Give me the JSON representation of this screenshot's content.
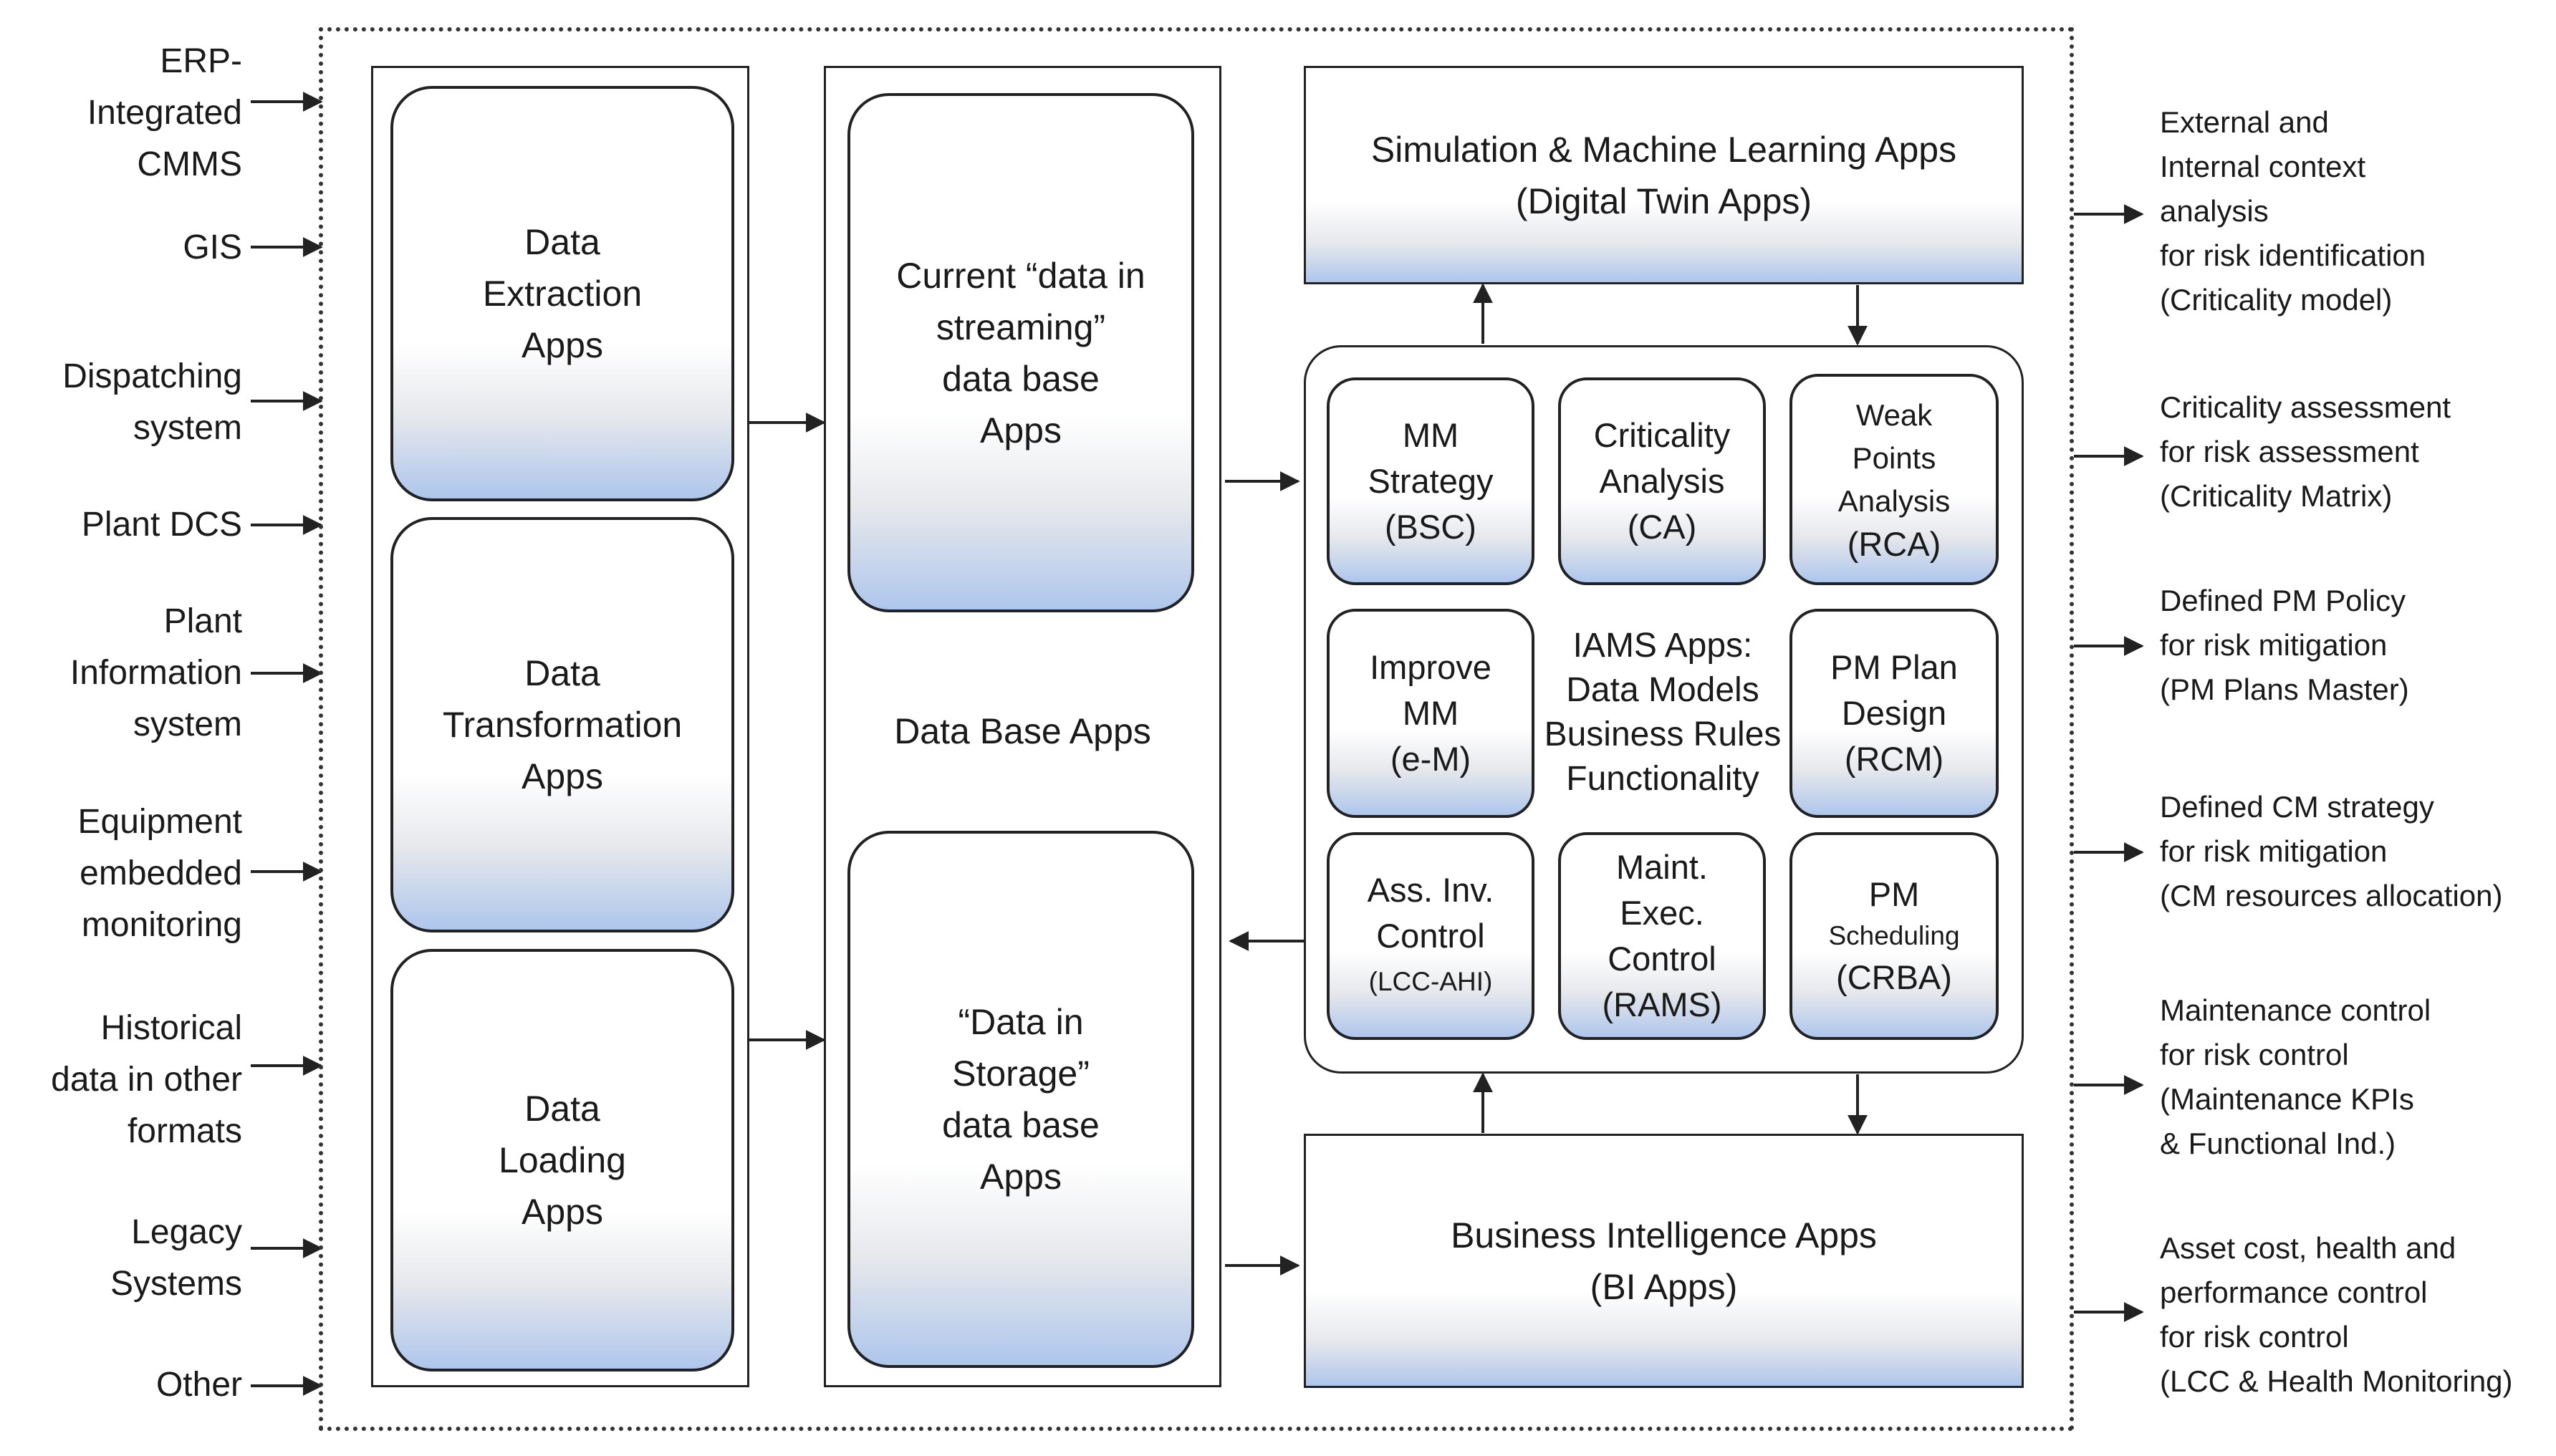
{
  "inputs": [
    "ERP-\nIntegrated\nCMMS",
    "GIS",
    "Dispatching\nsystem",
    "Plant DCS",
    "Plant\nInformation\nsystem",
    "Equipment\nembedded\nmonitoring",
    "Historical\ndata in other\nformats",
    "Legacy\nSystems",
    "Other"
  ],
  "etl": {
    "extraction": "Data\nExtraction\nApps",
    "transformation": "Data\nTransformation\nApps",
    "loading": "Data\nLoading\nApps"
  },
  "database": {
    "streaming": "Current “data in\nstreaming”\ndata base\nApps",
    "label": "Data Base Apps",
    "storage": "“Data in\nStorage”\ndata base\nApps"
  },
  "simulation": {
    "title": "Simulation & Machine Learning Apps",
    "subtitle": "(Digital Twin Apps)"
  },
  "iams": {
    "center": "IAMS Apps:\nData Models\nBusiness Rules\nFunctionality",
    "modules": {
      "mm_strategy": {
        "name": "MM\nStrategy",
        "code": "(BSC)"
      },
      "criticality": {
        "name": "Criticality\nAnalysis",
        "code": "(CA)"
      },
      "weak_points": {
        "name": "Weak\nPoints\nAnalysis",
        "code": "(RCA)"
      },
      "improve_mm": {
        "name": "Improve\nMM",
        "code": "(e-M)"
      },
      "pm_plan": {
        "name": "PM Plan\nDesign",
        "code": "(RCM)"
      },
      "ass_inv": {
        "name": "Ass. Inv.\nControl",
        "code": "(LCC-AHI)"
      },
      "maint_exec": {
        "name": "Maint.\nExec.\nControl",
        "code": "(RAMS)"
      },
      "pm_sched": {
        "name": "PM",
        "sub": "Scheduling",
        "code": "(CRBA)"
      }
    }
  },
  "bi": {
    "title": "Business Intelligence Apps",
    "subtitle": "(BI Apps)"
  },
  "outputs": [
    "External and\nInternal context\nanalysis\nfor risk identification\n(Criticality model)",
    "Criticality assessment\nfor risk assessment\n(Criticality Matrix)",
    "Defined PM Policy\nfor risk mitigation\n(PM Plans Master)",
    "Defined CM strategy\nfor risk mitigation\n(CM resources allocation)",
    "Maintenance control\nfor risk control\n(Maintenance KPIs\n& Functional Ind.)",
    "Asset cost, health and\nperformance control\nfor risk control\n(LCC & Health Monitoring)"
  ]
}
